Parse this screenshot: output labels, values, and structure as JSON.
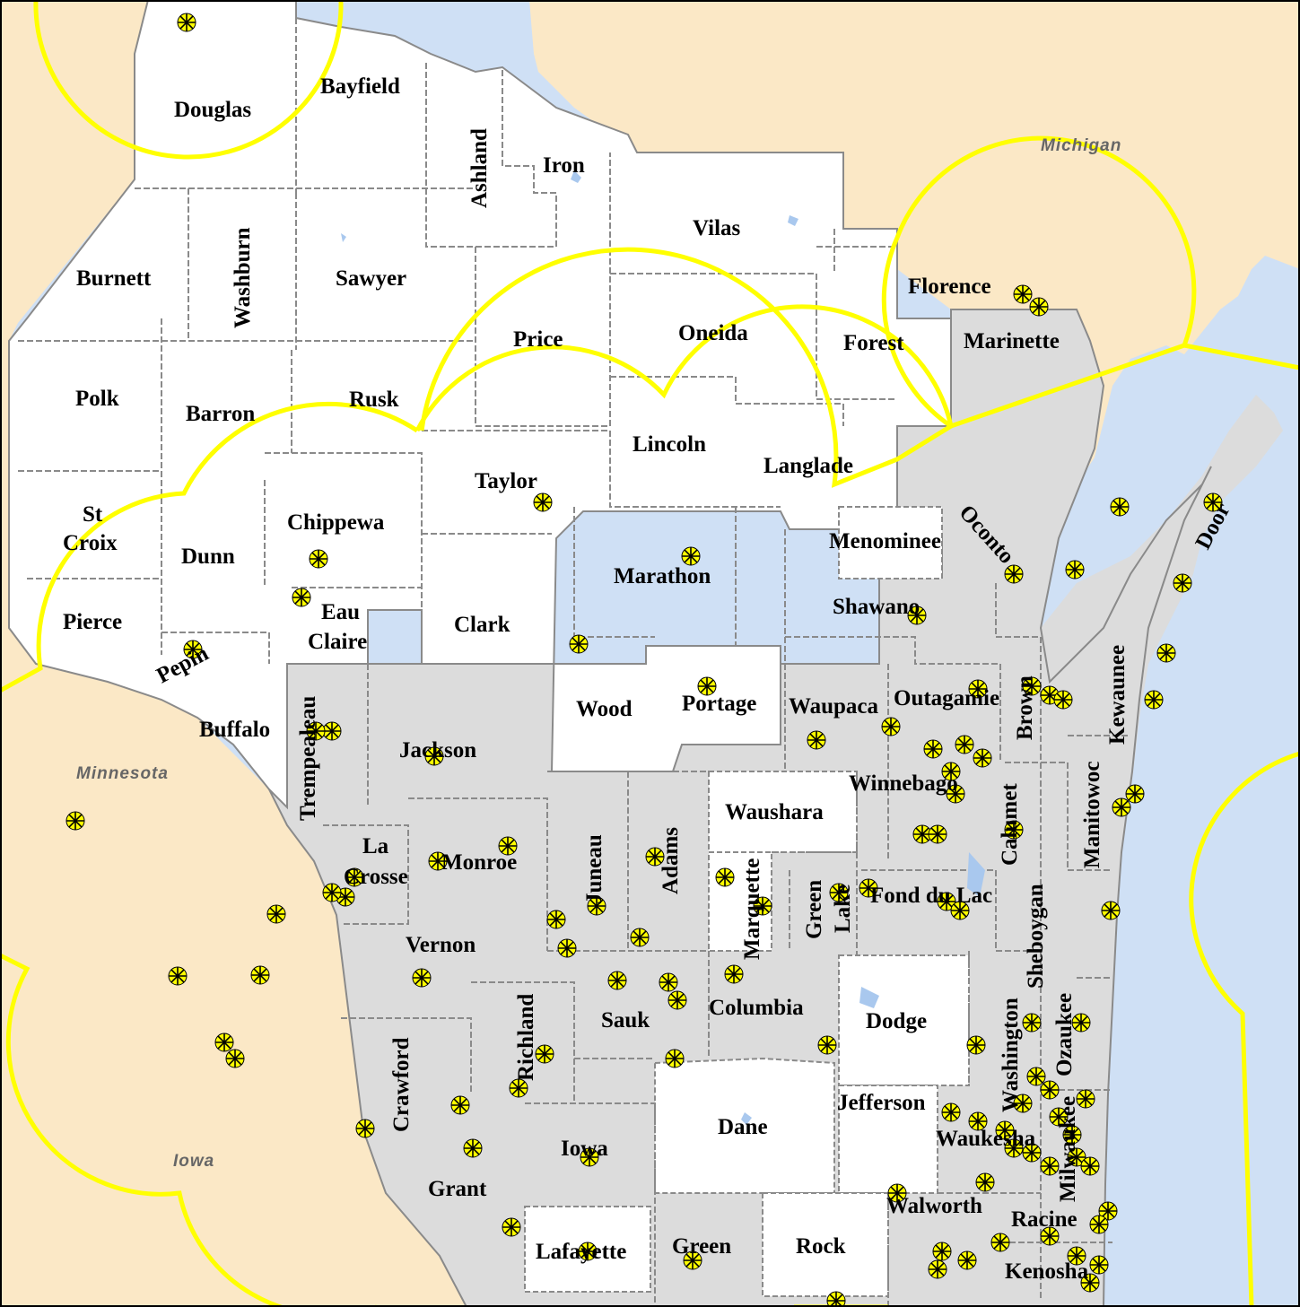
{
  "colors": {
    "water": "#cfe0f5",
    "land_other": "#fbe8c6",
    "county_shaded": "#dcdcdc",
    "county_plain": "#ffffff",
    "border": "#8a8a8a",
    "range_circle": "#ffff00",
    "marker_fill": "#ffff00",
    "marker_stroke": "#000000"
  },
  "states": [
    {
      "name": "Michigan"
    },
    {
      "name": "Minnesota"
    },
    {
      "name": "Iowa"
    }
  ],
  "counties": [
    {
      "name": "Douglas",
      "shaded": false
    },
    {
      "name": "Bayfield",
      "shaded": false
    },
    {
      "name": "Ashland",
      "shaded": false
    },
    {
      "name": "Iron",
      "shaded": false
    },
    {
      "name": "Vilas",
      "shaded": false
    },
    {
      "name": "Florence",
      "shaded": false
    },
    {
      "name": "Burnett",
      "shaded": false
    },
    {
      "name": "Washburn",
      "shaded": false
    },
    {
      "name": "Sawyer",
      "shaded": false
    },
    {
      "name": "Price",
      "shaded": false
    },
    {
      "name": "Oneida",
      "shaded": false
    },
    {
      "name": "Forest",
      "shaded": false
    },
    {
      "name": "Marinette",
      "shaded": true
    },
    {
      "name": "Polk",
      "shaded": false
    },
    {
      "name": "Barron",
      "shaded": false
    },
    {
      "name": "Rusk",
      "shaded": false
    },
    {
      "name": "Lincoln",
      "shaded": false
    },
    {
      "name": "Langlade",
      "shaded": false
    },
    {
      "name": "Taylor",
      "shaded": false
    },
    {
      "name": "St",
      "shaded": false
    },
    {
      "name": "Croix",
      "shaded": false
    },
    {
      "name": "Dunn",
      "shaded": false
    },
    {
      "name": "Chippewa",
      "shaded": false
    },
    {
      "name": "Menominee",
      "shaded": false
    },
    {
      "name": "Oconto",
      "shaded": true
    },
    {
      "name": "Door",
      "shaded": true
    },
    {
      "name": "Marathon",
      "shaded": false
    },
    {
      "name": "Pierce",
      "shaded": false
    },
    {
      "name": "Eau",
      "shaded": false
    },
    {
      "name": "Claire",
      "shaded": false
    },
    {
      "name": "Clark",
      "shaded": false
    },
    {
      "name": "Shawano",
      "shaded": true
    },
    {
      "name": "Pepin",
      "shaded": false
    },
    {
      "name": "Kewaunee",
      "shaded": true
    },
    {
      "name": "Brown",
      "shaded": true
    },
    {
      "name": "Outagamie",
      "shaded": true
    },
    {
      "name": "Waupaca",
      "shaded": true
    },
    {
      "name": "Portage",
      "shaded": false
    },
    {
      "name": "Wood",
      "shaded": false
    },
    {
      "name": "Buffalo",
      "shaded": false
    },
    {
      "name": "Trempealeau",
      "shaded": true
    },
    {
      "name": "Jackson",
      "shaded": true
    },
    {
      "name": "Winnebago",
      "shaded": true
    },
    {
      "name": "Manitowoc",
      "shaded": true
    },
    {
      "name": "Calumet",
      "shaded": true
    },
    {
      "name": "Waushara",
      "shaded": false
    },
    {
      "name": "La",
      "shaded": true
    },
    {
      "name": "Crosse",
      "shaded": true
    },
    {
      "name": "Monroe",
      "shaded": true
    },
    {
      "name": "Juneau",
      "shaded": true
    },
    {
      "name": "Adams",
      "shaded": true
    },
    {
      "name": "Marquette",
      "shaded": false
    },
    {
      "name": "Green",
      "shaded": true
    },
    {
      "name": "Lake",
      "shaded": true
    },
    {
      "name": "Fond du Lac",
      "shaded": true
    },
    {
      "name": "Sheboygan",
      "shaded": true
    },
    {
      "name": "Vernon",
      "shaded": true
    },
    {
      "name": "Columbia",
      "shaded": true
    },
    {
      "name": "Sauk",
      "shaded": true
    },
    {
      "name": "Richland",
      "shaded": true
    },
    {
      "name": "Dodge",
      "shaded": false
    },
    {
      "name": "Washington",
      "shaded": true
    },
    {
      "name": "Ozaukee",
      "shaded": true
    },
    {
      "name": "Crawford",
      "shaded": true
    },
    {
      "name": "Jefferson",
      "shaded": false
    },
    {
      "name": "Dane",
      "shaded": false
    },
    {
      "name": "Waukesha",
      "shaded": true
    },
    {
      "name": "Milwaukee",
      "shaded": true
    },
    {
      "name": "Iowa",
      "shaded": true
    },
    {
      "name": "Grant",
      "shaded": true
    },
    {
      "name": "Walworth",
      "shaded": true
    },
    {
      "name": "Racine",
      "shaded": true
    },
    {
      "name": "Lafayette",
      "shaded": false
    },
    {
      "name": "Green",
      "shaded": true
    },
    {
      "name": "Rock",
      "shaded": false
    },
    {
      "name": "Kenosha",
      "shaded": true
    }
  ]
}
